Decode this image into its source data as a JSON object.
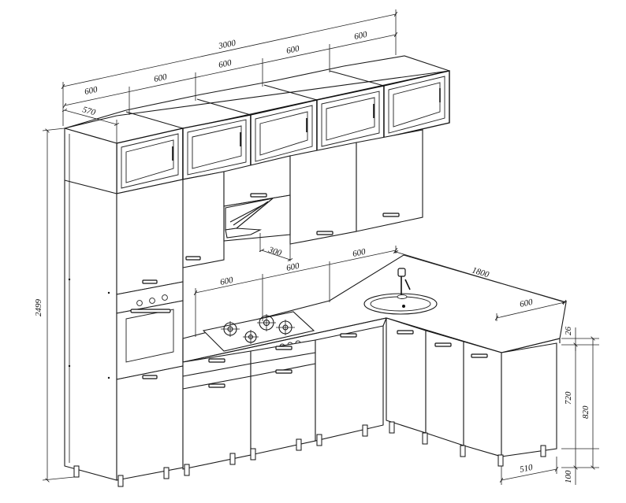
{
  "dimensions": {
    "total_width": "3000",
    "upper_600_a": "600",
    "upper_600_b": "600",
    "upper_600_c": "600",
    "upper_600_d": "600",
    "upper_600_e": "600",
    "depth_570": "570",
    "hood_300": "300",
    "base_600_a": "600",
    "base_600_b": "600",
    "base_600_c": "600",
    "right_1800": "1800",
    "right_600": "600",
    "height_2499": "2499",
    "top_26": "26",
    "h_720": "720",
    "h_820": "820",
    "h_100": "100",
    "d_510": "510"
  }
}
